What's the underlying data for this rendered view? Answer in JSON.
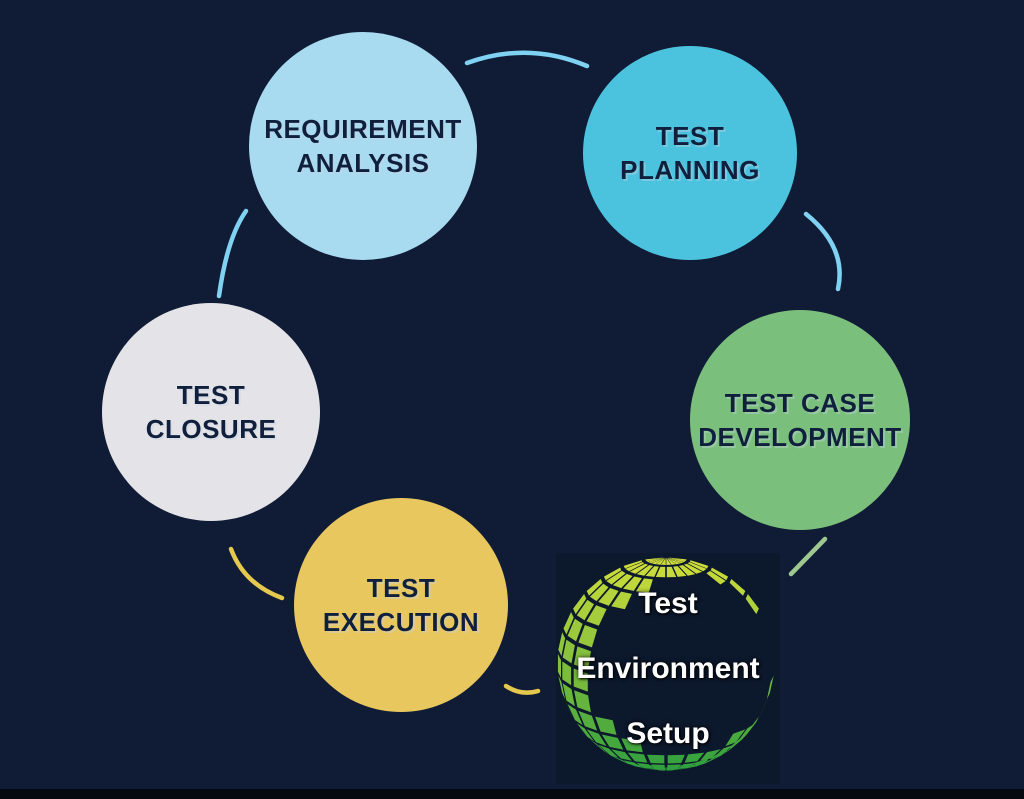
{
  "background": "#101C36",
  "circles": {
    "requirement_analysis": {
      "label": "REQUIREMENT ANALYSIS",
      "fill": "#A8DAF0",
      "text_color": "#10203C"
    },
    "test_planning": {
      "label": "TEST PLANNING",
      "fill": "#4CC3DE",
      "text_color": "#10203C"
    },
    "test_case_development": {
      "label": "TEST CASE DEVELOPMENT",
      "fill": "#7AC07C",
      "text_color": "#10203C"
    },
    "test_execution": {
      "label": "TEST EXECUTION",
      "fill": "#E8C75E",
      "text_color": "#10203C"
    },
    "test_closure": {
      "label": "TEST CLOSURE",
      "fill": "#E4E4E8",
      "text_color": "#10203C"
    }
  },
  "globe": {
    "line1": "Test",
    "line2": "Environment",
    "line3": "Setup",
    "text_color": "#FFFFFF",
    "tile_top_color": "#D6E03A",
    "tile_bottom_color": "#2F9F3E",
    "panel_background": "#0C182C"
  },
  "arrows": [
    {
      "from": "requirement-analysis",
      "to": "test-planning",
      "color": "#7FD2F1"
    },
    {
      "from": "test-planning",
      "to": "test-case-development",
      "color": "#7FD2F1"
    },
    {
      "from": "test-case-development",
      "to": "test-environment-setup",
      "color": "#9DC890"
    },
    {
      "from": "test-environment-setup",
      "to": "test-execution",
      "color": "#E5C94F"
    },
    {
      "from": "test-execution",
      "to": "test-closure",
      "color": "#E5C94F"
    },
    {
      "from": "test-closure",
      "to": "requirement-analysis",
      "color": "#7FD2F1"
    }
  ]
}
